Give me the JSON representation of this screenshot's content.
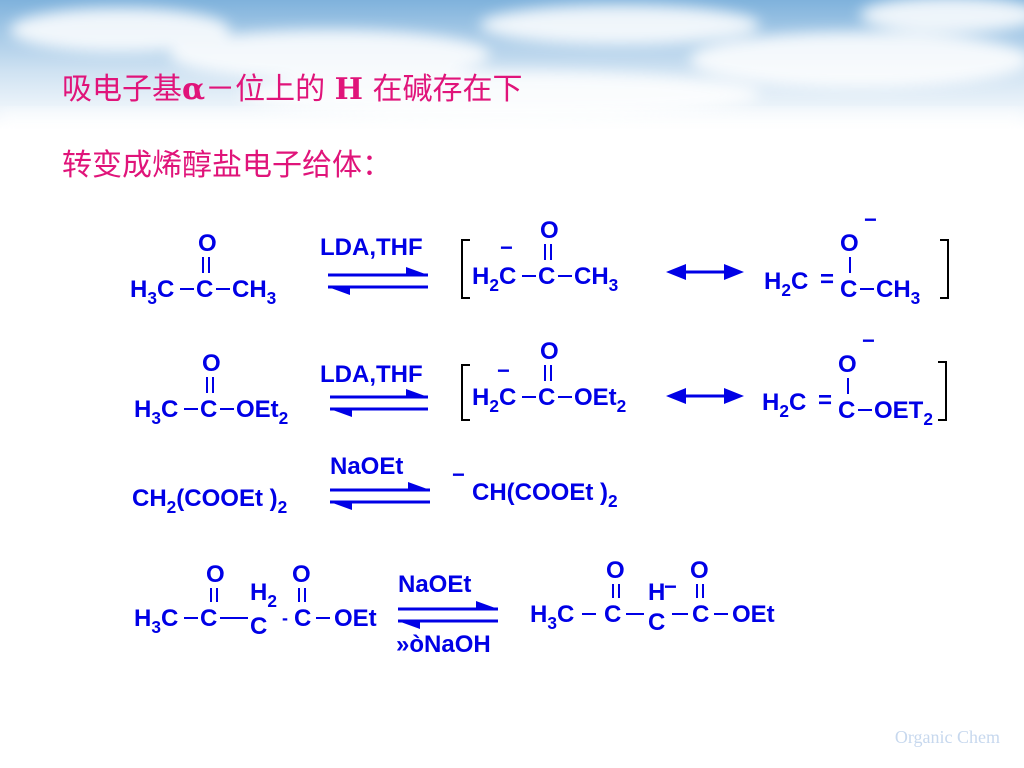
{
  "title": {
    "line1_a": "吸电子基",
    "line1_alpha": "α",
    "line1_b": "－位上的",
    "line1_h": "H",
    "line1_c": "在碱存在下",
    "line2": "转变成烯醇盐电子给体："
  },
  "watermark": "Organic Chem",
  "reactions": [
    {
      "name": "acetone",
      "reagent_top": "LDA,THF",
      "substrate": {
        "oxygen": "O",
        "left": "H3C",
        "center": "C",
        "right": "CH3"
      },
      "enolate_carbanion": {
        "charge": "−",
        "oxygen": "O",
        "left": "H2C",
        "center": "C",
        "right": "CH3"
      },
      "enolate_oxyanion": {
        "charge": "−",
        "oxygen": "O",
        "left": "H2C",
        "center": "C",
        "right": "CH3"
      }
    },
    {
      "name": "ethyl-acetate",
      "reagent_top": "LDA,THF",
      "substrate": {
        "oxygen": "O",
        "left": "H3C",
        "center": "C",
        "right": "OEt2"
      },
      "enolate_carbanion": {
        "charge": "−",
        "oxygen": "O",
        "left": "H2C",
        "center": "C",
        "right": "OEt2"
      },
      "enolate_oxyanion": {
        "charge": "−",
        "oxygen": "O",
        "left": "H2C",
        "center": "C",
        "right": "OET2"
      }
    },
    {
      "name": "malonate",
      "reagent_top": "NaOEt",
      "substrate": "CH2(COOEt )2",
      "product_charge": "−",
      "product": "CH(COOEt )2"
    },
    {
      "name": "acetoacetate",
      "reagent_top": "NaOEt",
      "reagent_bottom": "»òNaOH",
      "substrate": {
        "o1": "O",
        "o2": "O",
        "ch2": "H2",
        "left": "H3C",
        "c1": "C",
        "c2": "C",
        "c3": "C",
        "right": "OEt",
        "dot": "-"
      },
      "product": {
        "o1": "O",
        "o2": "O",
        "h": "H",
        "charge": "−",
        "left": "H3C",
        "c1": "C",
        "c2": "C",
        "c3": "C",
        "right": "OEt"
      }
    }
  ]
}
